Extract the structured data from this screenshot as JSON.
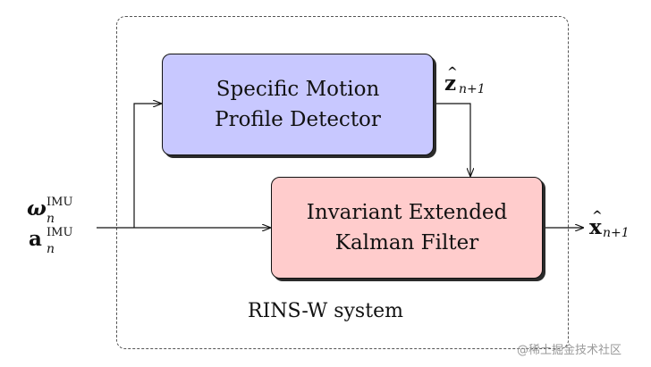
{
  "blocks": {
    "motion_detector": {
      "line1": "Specific Motion",
      "line2": "Profile Detector"
    },
    "kalman_filter": {
      "line1": "Invariant Extended",
      "line2": "Kalman Filter"
    }
  },
  "system_label": "RINS-W system",
  "inputs": {
    "angular_rate": {
      "symbol": "ω",
      "superscript": "IMU",
      "subscript": "n"
    },
    "acceleration": {
      "symbol": "a",
      "superscript": "IMU",
      "subscript": "n"
    }
  },
  "outputs": {
    "zupt_estimate": {
      "symbol": "z",
      "hat": "^",
      "subscript": "n+1"
    },
    "state_estimate": {
      "symbol": "x",
      "hat": "^",
      "subscript": "n+1"
    }
  },
  "watermark": "@稀土掘金技术社区",
  "colors": {
    "motion_detector_fill": "#c8c8ff",
    "kalman_filter_fill": "#ffcccc",
    "line": "#111111",
    "frame": "#555555"
  }
}
